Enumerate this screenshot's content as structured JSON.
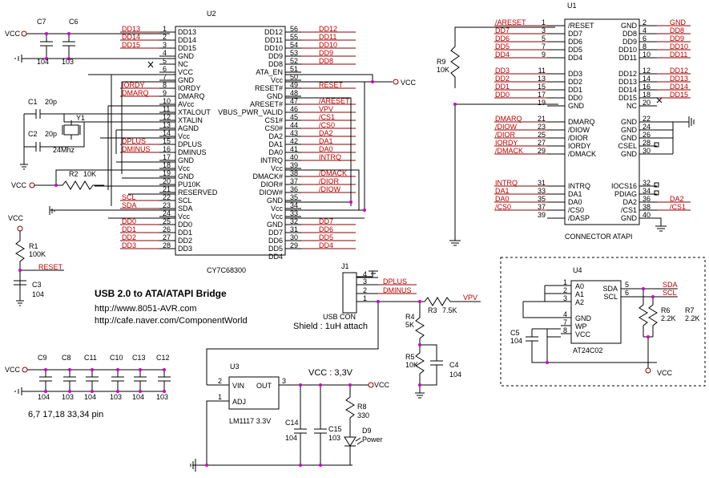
{
  "title": "USB 2.0 to ATA/ATAPI Bridge",
  "links": [
    "http://www.8051-AVR.com",
    "http://cafe.naver.com/ComponentWorld"
  ],
  "power_label": "VCC",
  "note_pins": "6,7  17,18  33,34 pin",
  "usb_shield_note": "Shield : 1uH attach",
  "vcc_33_label": "VCC : 3,3V",
  "u2": {
    "ref": "U2",
    "part": "CY7C68300",
    "left_pins": [
      {
        "num": "1",
        "name": "DD13",
        "net": "DD13"
      },
      {
        "num": "2",
        "name": "DD14",
        "net": "DD14"
      },
      {
        "num": "3",
        "name": "DD15",
        "net": "DD15"
      },
      {
        "num": "4",
        "name": "GND",
        "net": ""
      },
      {
        "num": "5",
        "name": "NC",
        "net": ""
      },
      {
        "num": "6",
        "name": "VCC",
        "net": ""
      },
      {
        "num": "7",
        "name": "GND",
        "net": ""
      },
      {
        "num": "8",
        "name": "IORDY",
        "net": "IORDY"
      },
      {
        "num": "9",
        "name": "DMARQ",
        "net": "DMARQ"
      },
      {
        "num": "10",
        "name": "AVcc",
        "net": ""
      },
      {
        "num": "11",
        "name": "XTALOUT",
        "net": ""
      },
      {
        "num": "12",
        "name": "XTALIN",
        "net": ""
      },
      {
        "num": "13",
        "name": "AGND",
        "net": ""
      },
      {
        "num": "14",
        "name": "Vcc",
        "net": ""
      },
      {
        "num": "15",
        "name": "DPLUS",
        "net": "DPLUS"
      },
      {
        "num": "16",
        "name": "DMINUS",
        "net": "DMINUS"
      },
      {
        "num": "17",
        "name": "GND",
        "net": ""
      },
      {
        "num": "18",
        "name": "Vcc",
        "net": ""
      },
      {
        "num": "19",
        "name": "GND",
        "net": ""
      },
      {
        "num": "20",
        "name": "PU10K",
        "net": ""
      },
      {
        "num": "21",
        "name": "RESERVED",
        "net": ""
      },
      {
        "num": "22",
        "name": "SCL",
        "net": "SCL"
      },
      {
        "num": "23",
        "name": "SDA",
        "net": "SDA"
      },
      {
        "num": "24",
        "name": "Vcc",
        "net": ""
      },
      {
        "num": "25",
        "name": "DD0",
        "net": "DD0"
      },
      {
        "num": "26",
        "name": "DD1",
        "net": "DD1"
      },
      {
        "num": "27",
        "name": "DD2",
        "net": "DD2"
      },
      {
        "num": "28",
        "name": "DD3",
        "net": "DD3"
      }
    ],
    "right_pins": [
      {
        "num": "56",
        "name": "DD12",
        "net": "DD12"
      },
      {
        "num": "55",
        "name": "DD11",
        "net": "DD11"
      },
      {
        "num": "54",
        "name": "DD10",
        "net": "DD10"
      },
      {
        "num": "53",
        "name": "DD9",
        "net": "DD9"
      },
      {
        "num": "52",
        "name": "DD8",
        "net": "DD8"
      },
      {
        "num": "51",
        "name": "ATA_EN",
        "net": ""
      },
      {
        "num": "50",
        "name": "Vcc",
        "net": ""
      },
      {
        "num": "49",
        "name": "RESET#",
        "net": "RESET"
      },
      {
        "num": "48",
        "name": "GND",
        "net": ""
      },
      {
        "num": "47",
        "name": "ARESET#",
        "net": "/ARESET"
      },
      {
        "num": "46",
        "name": "VBUS_PWR_VALID",
        "net": "VPV"
      },
      {
        "num": "45",
        "name": "CS1#",
        "net": "/CS1"
      },
      {
        "num": "44",
        "name": "CS0#",
        "net": "/CS0"
      },
      {
        "num": "43",
        "name": "DA2",
        "net": "DA2"
      },
      {
        "num": "42",
        "name": "DA1",
        "net": "DA1"
      },
      {
        "num": "41",
        "name": "DA0",
        "net": "DA0"
      },
      {
        "num": "40",
        "name": "INTRQ",
        "net": "INTRQ"
      },
      {
        "num": "39",
        "name": "Vcc",
        "net": ""
      },
      {
        "num": "38",
        "name": "DMACK#",
        "net": "/DMACK"
      },
      {
        "num": "37",
        "name": "DIOR#",
        "net": "/DIOR"
      },
      {
        "num": "36",
        "name": "DIOW#",
        "net": "/DIOW"
      },
      {
        "num": "35",
        "name": "GND",
        "net": ""
      },
      {
        "num": "34",
        "name": "Vcc",
        "net": ""
      },
      {
        "num": "33",
        "name": "Vcc",
        "net": ""
      },
      {
        "num": "32",
        "name": "GND",
        "net": "DD7"
      },
      {
        "num": "31",
        "name": "DD7",
        "net": "DD6"
      },
      {
        "num": "30",
        "name": "DD6",
        "net": "DD5"
      },
      {
        "num": "29",
        "name": "DD5",
        "net": "DD4"
      },
      {
        "num": "",
        "name": "DD4",
        "net": ""
      }
    ]
  },
  "u1": {
    "ref": "U1",
    "part": "CONNECTOR ATAPI",
    "left_pins": [
      {
        "num": "1",
        "name": "/RESET",
        "net": "/ARESET"
      },
      {
        "num": "3",
        "name": "DD7",
        "net": "DD7"
      },
      {
        "num": "5",
        "name": "DD6",
        "net": "DD6"
      },
      {
        "num": "7",
        "name": "DD5",
        "net": "DD5"
      },
      {
        "num": "9",
        "name": "DD4",
        "net": "DD4"
      },
      {
        "num": "11",
        "name": "DD3",
        "net": "DD3"
      },
      {
        "num": "13",
        "name": "DD2",
        "net": "DD2"
      },
      {
        "num": "15",
        "name": "DD1",
        "net": "DD1"
      },
      {
        "num": "17",
        "name": "DD0",
        "net": "DD0"
      },
      {
        "num": "19",
        "name": "GND",
        "net": ""
      },
      {
        "num": "21",
        "name": "DMARQ",
        "net": "DMARQ"
      },
      {
        "num": "23",
        "name": "/DIOW",
        "net": "/DIOW"
      },
      {
        "num": "25",
        "name": "/DIOR",
        "net": "/DIOR"
      },
      {
        "num": "27",
        "name": "IORDY",
        "net": "IORDY"
      },
      {
        "num": "29",
        "name": "/DMACK",
        "net": "/DMACK"
      },
      {
        "num": "31",
        "name": "INTRQ",
        "net": "INTRQ"
      },
      {
        "num": "33",
        "name": "DA1",
        "net": "DA1"
      },
      {
        "num": "35",
        "name": "DA0",
        "net": "DA0"
      },
      {
        "num": "37",
        "name": "/CS0",
        "net": "/CS0"
      },
      {
        "num": "39",
        "name": "/DASP",
        "net": ""
      }
    ],
    "right_pins": [
      {
        "num": "2",
        "name": "GND",
        "net": "GND"
      },
      {
        "num": "4",
        "name": "DD8",
        "net": "DD8"
      },
      {
        "num": "6",
        "name": "DD9",
        "net": "DD9"
      },
      {
        "num": "8",
        "name": "DD10",
        "net": "DD10"
      },
      {
        "num": "10",
        "name": "DD11",
        "net": "DD11"
      },
      {
        "num": "12",
        "name": "DD12",
        "net": "DD12"
      },
      {
        "num": "14",
        "name": "DD13",
        "net": "DD13"
      },
      {
        "num": "16",
        "name": "DD14",
        "net": "DD14"
      },
      {
        "num": "18",
        "name": "DD15",
        "net": "DD15"
      },
      {
        "num": "20",
        "name": "NC",
        "net": ""
      },
      {
        "num": "22",
        "name": "GND",
        "net": ""
      },
      {
        "num": "24",
        "name": "GND",
        "net": ""
      },
      {
        "num": "26",
        "name": "GND",
        "net": ""
      },
      {
        "num": "28",
        "name": "CSEL",
        "net": ""
      },
      {
        "num": "30",
        "name": "GND",
        "net": ""
      },
      {
        "num": "32",
        "name": "IOCS16",
        "net": ""
      },
      {
        "num": "34",
        "name": "PDIAG",
        "net": ""
      },
      {
        "num": "36",
        "name": "DA2",
        "net": "DA2"
      },
      {
        "num": "38",
        "name": "/CS1",
        "net": "/CS1"
      },
      {
        "num": "40",
        "name": "GND",
        "net": ""
      }
    ]
  },
  "u4": {
    "ref": "U4",
    "part": "AT24C02",
    "left_pins": [
      {
        "num": "1",
        "name": "A0"
      },
      {
        "num": "2",
        "name": "A1"
      },
      {
        "num": "3",
        "name": "A2"
      },
      {
        "num": "4",
        "name": "GND"
      },
      {
        "num": "7",
        "name": "WP"
      },
      {
        "num": "8",
        "name": "VCC"
      }
    ],
    "right_pins": [
      {
        "num": "5",
        "name": "SDA",
        "net": "SDA"
      },
      {
        "num": "6",
        "name": "SCL",
        "net": "SCL"
      }
    ],
    "r6": {
      "ref": "R6",
      "value": "2.2K"
    },
    "r7": {
      "ref": "R7",
      "value": "2.2K"
    },
    "c5": {
      "ref": "C5",
      "value": "104"
    }
  },
  "u3": {
    "ref": "U3",
    "part": "LM1117 3.3V",
    "vin": "VIN",
    "out": "OUT",
    "adj": "ADJ",
    "pin_vin": "2",
    "pin_out": "3",
    "pin_adj": "1"
  },
  "j1": {
    "ref": "J1",
    "part": "USB CON",
    "pins": [
      "4",
      "3",
      "2",
      "1"
    ],
    "nets": [
      "",
      "DPLUS",
      "DMINUS",
      ""
    ]
  },
  "components": {
    "c7": {
      "ref": "C7",
      "value": "104"
    },
    "c6": {
      "ref": "C6",
      "value": "103"
    },
    "c1": {
      "ref": "C1",
      "value": "20p"
    },
    "c2": {
      "ref": "C2",
      "value": "20p"
    },
    "y1": {
      "ref": "Y1",
      "value": "24Mhz"
    },
    "r2": {
      "ref": "R2",
      "value": "10K"
    },
    "r1": {
      "ref": "R1",
      "value": "100K"
    },
    "c3": {
      "ref": "C3",
      "value": "104"
    },
    "r9": {
      "ref": "R9",
      "value": "10K"
    },
    "r3": {
      "ref": "R3",
      "value": "7.5K"
    },
    "r4": {
      "ref": "R4",
      "value": "5K"
    },
    "r5": {
      "ref": "R5",
      "value": "10K"
    },
    "c4": {
      "ref": "C4",
      "value": "104"
    },
    "r8": {
      "ref": "R8",
      "value": "330"
    },
    "d9": {
      "ref": "D9",
      "value": "Power"
    },
    "c14": {
      "ref": "C14",
      "value": "104"
    },
    "c15": {
      "ref": "C15",
      "value": "103"
    },
    "reset_net": "RESET",
    "vpv_net": "VPV"
  },
  "decoupling": [
    {
      "ref": "C9",
      "value": "104"
    },
    {
      "ref": "C8",
      "value": "103"
    },
    {
      "ref": "C11",
      "value": "104"
    },
    {
      "ref": "C10",
      "value": "103"
    },
    {
      "ref": "C13",
      "value": "104"
    },
    {
      "ref": "C12",
      "value": "103"
    }
  ]
}
